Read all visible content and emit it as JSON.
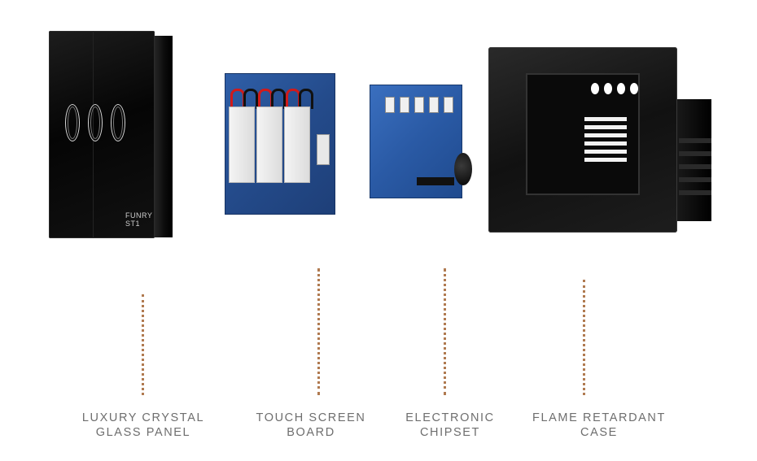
{
  "components": [
    {
      "line1": "LUXURY CRYSTAL",
      "line2": "GLASS PANEL"
    },
    {
      "line1": "TOUCH SCREEN",
      "line2": "BOARD"
    },
    {
      "line1": "ELECTRONIC",
      "line2": "CHIPSET"
    },
    {
      "line1": "FLAME RETARDANT",
      "line2": "CASE"
    }
  ],
  "brand_text": "FUNRY ST1",
  "colors": {
    "leader": "#b07a50",
    "label": "#6e6e6e",
    "pcb_blue": "#2a5aa5",
    "panel_black": "#050505"
  }
}
